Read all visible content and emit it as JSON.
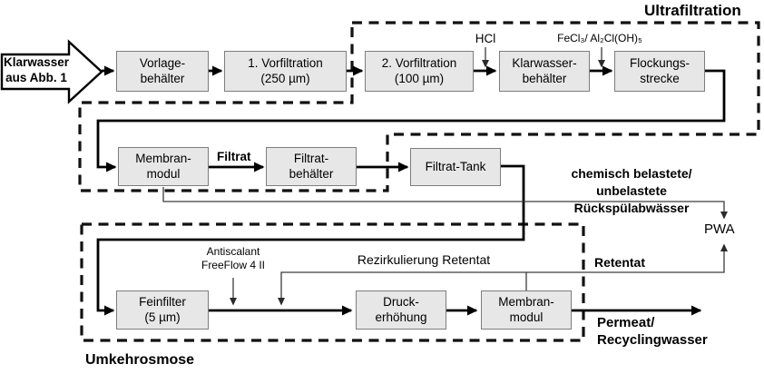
{
  "titles": {
    "ultrafiltration": "Ultrafiltration",
    "umkehrosmose": "Umkehrosmose"
  },
  "input": {
    "label": "Klarwasser\naus Abb. 1"
  },
  "boxes": {
    "vorlagebehaelter": "Vorlage-\nbehälter",
    "vorfiltration1": "1. Vorfiltration\n(250 µm)",
    "vorfiltration2": "2. Vorfiltration\n(100 µm)",
    "klarwasserbehaelter": "Klarwasser-\nbehälter",
    "flockungsstrecke": "Flockungs-\nstrecke",
    "membranmodul_uf": "Membran-\nmodul",
    "filtratbehaelter": "Filtrat-\nbehälter",
    "filtrat_tank": "Filtrat-Tank",
    "feinfilter": "Feinfilter\n(5 µm)",
    "druckerhoehung": "Druck-\nerhöhung",
    "membranmodul_ro": "Membran-\nmodul"
  },
  "labels": {
    "hcl": "HCl",
    "fecl": "FeCl₃/ Al₂Cl(OH)₅",
    "filtrat": "Filtrat",
    "rueckspuelabwaesser": "chemisch belastete/\nunbelastete Rückspülabwässer",
    "pwa": "PWA",
    "retentat": "Retentat",
    "rezirkulierung": "Rezirkulierung Retentat",
    "antiscalant": "Antiscalant\nFreeFlow 4 II",
    "permeat": "Permeat/\nRecyclingwasser"
  },
  "colors": {
    "box_fill": "#e7e7e7",
    "box_border": "#7d7d7d",
    "flow_line": "#000000",
    "thin_line": "#3c3c3c",
    "dashed_border": "#111111"
  }
}
